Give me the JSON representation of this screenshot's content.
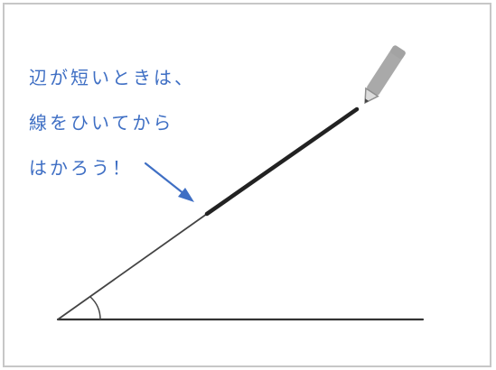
{
  "note": {
    "line1": "辺が短いときは、",
    "line2": "線をひいてから",
    "line3": "はかろう！"
  },
  "colors": {
    "frame": "#c7c7c7",
    "text": "#3f6fc4",
    "arrow": "#3f6fc4",
    "line": "#444444",
    "extended_line": "#222222",
    "pencil": "#a9a9a9"
  },
  "icons": {
    "pencil": "pencil-icon",
    "arrow": "arrow-icon"
  }
}
